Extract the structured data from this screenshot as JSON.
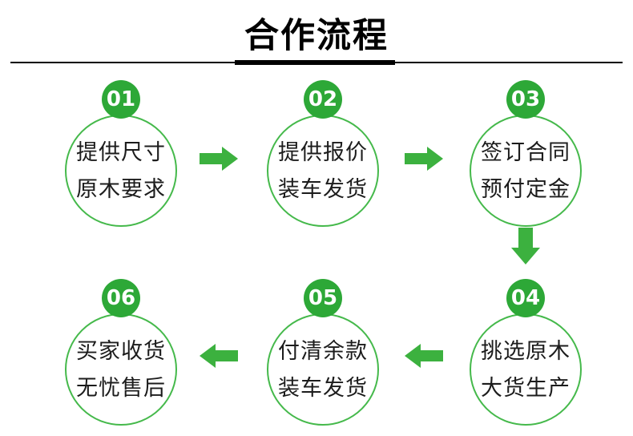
{
  "header": {
    "title": "合作流程"
  },
  "colors": {
    "background": "#ffffff",
    "title_text": "#000000",
    "divider": "#000000",
    "badge_green": "#2da837",
    "circle_border_green": "#45b94b",
    "arrow_green": "#3cb13f",
    "step_text": "#1c1c1c",
    "badge_number_text": "#ffffff"
  },
  "steps": [
    {
      "number": "01",
      "line1": "提供尺寸",
      "line2": "原木要求"
    },
    {
      "number": "02",
      "line1": "提供报价",
      "line2": "装车发货"
    },
    {
      "number": "03",
      "line1": "签订合同",
      "line2": "预付定金"
    },
    {
      "number": "04",
      "line1": "挑选原木",
      "line2": "大货生产"
    },
    {
      "number": "05",
      "line1": "付清余款",
      "line2": "装车发货"
    },
    {
      "number": "06",
      "line1": "买家收货",
      "line2": "无忧售后"
    }
  ],
  "arrows": [
    {
      "icon": "arrow-right-icon",
      "direction": "right",
      "from": "01",
      "to": "02"
    },
    {
      "icon": "arrow-right-icon",
      "direction": "right",
      "from": "02",
      "to": "03"
    },
    {
      "icon": "arrow-down-icon",
      "direction": "down",
      "from": "03",
      "to": "04"
    },
    {
      "icon": "arrow-left-icon",
      "direction": "left",
      "from": "04",
      "to": "05"
    },
    {
      "icon": "arrow-left-icon",
      "direction": "left",
      "from": "05",
      "to": "06"
    }
  ]
}
